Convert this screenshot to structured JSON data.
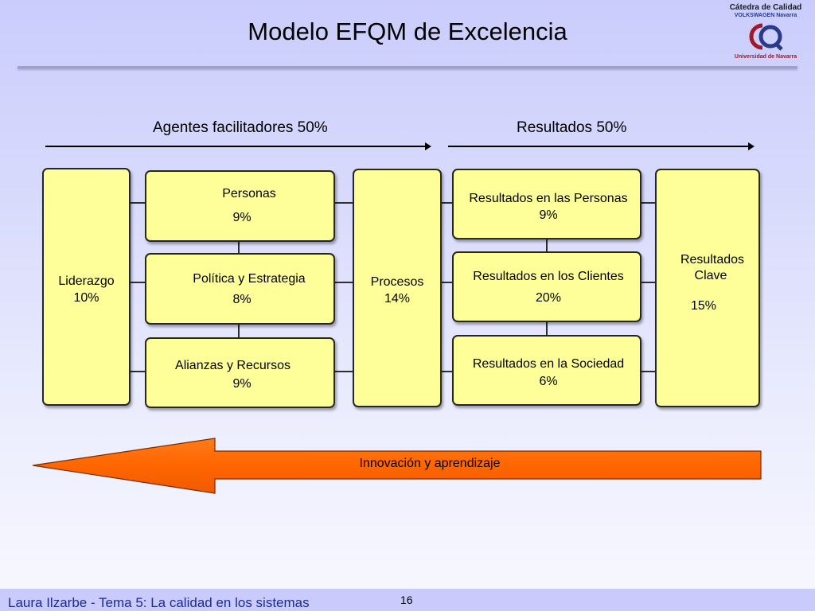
{
  "title": "Modelo EFQM de Excelencia",
  "logo": {
    "line1": "Cátedra de Calidad",
    "line2_brand": "VOLKSWAGEN",
    "line2_rest": "Navarra",
    "line3": "Universidad de Navarra"
  },
  "sections": {
    "enablers": "Agentes facilitadores 50%",
    "results": "Resultados 50%"
  },
  "boxes": {
    "liderazgo": {
      "label": "Liderazgo",
      "pct": "10%"
    },
    "personas": {
      "label": "Personas",
      "pct": "9%"
    },
    "politica": {
      "label": "Política y  Estrategia",
      "pct": "8%"
    },
    "alianzas": {
      "label": "Alianzas y  Recursos",
      "pct": "9%"
    },
    "procesos": {
      "label": "Procesos",
      "pct": "14%"
    },
    "res_personas": {
      "label": "Resultados en las Personas",
      "pct": "9%"
    },
    "res_clientes": {
      "label": "Resultados en los  Clientes",
      "pct": "20%"
    },
    "res_sociedad": {
      "label": "Resultados en la  Sociedad",
      "pct": "6%"
    },
    "res_clave": {
      "label1": "Resultados",
      "label2": "Clave",
      "pct": "15%"
    }
  },
  "innovation_arrow": {
    "label": "Innovación y aprendizaje",
    "fill": "#ff6600"
  },
  "colors": {
    "box_fill": "#ffff99",
    "footer_text": "#1f2b8f"
  },
  "footer": {
    "text": "Laura Ilzarbe - Tema 5: La calidad en los sistemas",
    "page": "16"
  }
}
